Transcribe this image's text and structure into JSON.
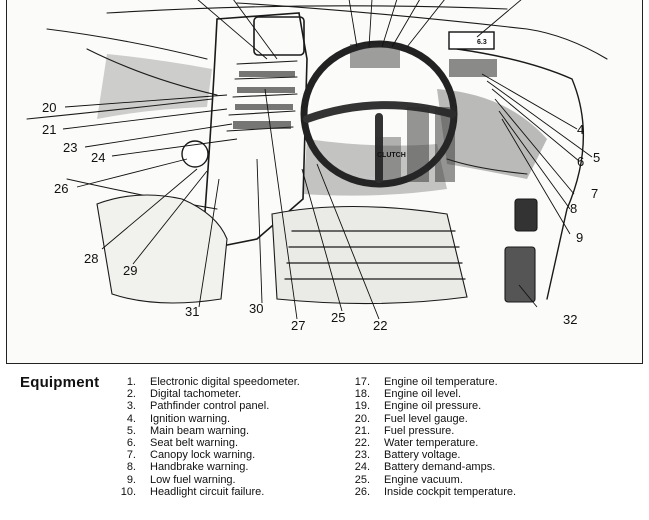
{
  "legend": {
    "title": "Equipment",
    "items": [
      {
        "num": "1.",
        "label": "Electronic digital speedometer."
      },
      {
        "num": "2.",
        "label": "Digital tachometer."
      },
      {
        "num": "3.",
        "label": "Pathfinder control panel."
      },
      {
        "num": "4.",
        "label": "Ignition warning."
      },
      {
        "num": "5.",
        "label": "Main beam warning."
      },
      {
        "num": "6.",
        "label": "Seat belt warning."
      },
      {
        "num": "7.",
        "label": "Canopy lock warning."
      },
      {
        "num": "8.",
        "label": "Handbrake warning."
      },
      {
        "num": "9.",
        "label": "Low fuel warning."
      },
      {
        "num": "10.",
        "label": "Headlight circuit failure."
      },
      {
        "num": "17.",
        "label": "Engine oil temperature."
      },
      {
        "num": "18.",
        "label": "Engine oil level."
      },
      {
        "num": "19.",
        "label": "Engine oil pressure."
      },
      {
        "num": "20.",
        "label": "Fuel level gauge."
      },
      {
        "num": "21.",
        "label": "Fuel pressure."
      },
      {
        "num": "22.",
        "label": "Water temperature."
      },
      {
        "num": "23.",
        "label": "Battery voltage."
      },
      {
        "num": "24.",
        "label": "Battery demand-amps."
      },
      {
        "num": "25.",
        "label": "Engine vacuum."
      },
      {
        "num": "26.",
        "label": "Inside cockpit temperature."
      }
    ]
  },
  "callouts": {
    "c20": "20",
    "c21": "21",
    "c23": "23",
    "c24": "24",
    "c26": "26",
    "c28": "28",
    "c29": "29",
    "c31": "31",
    "c30": "30",
    "c27": "27",
    "c25": "25",
    "c22": "22",
    "c32": "32",
    "c4": "4",
    "c5": "5",
    "c6": "6",
    "c7": "7",
    "c8": "8",
    "c9": "9"
  },
  "panel_tags": {
    "clutch": "CLUTCH",
    "display": "6.3"
  }
}
